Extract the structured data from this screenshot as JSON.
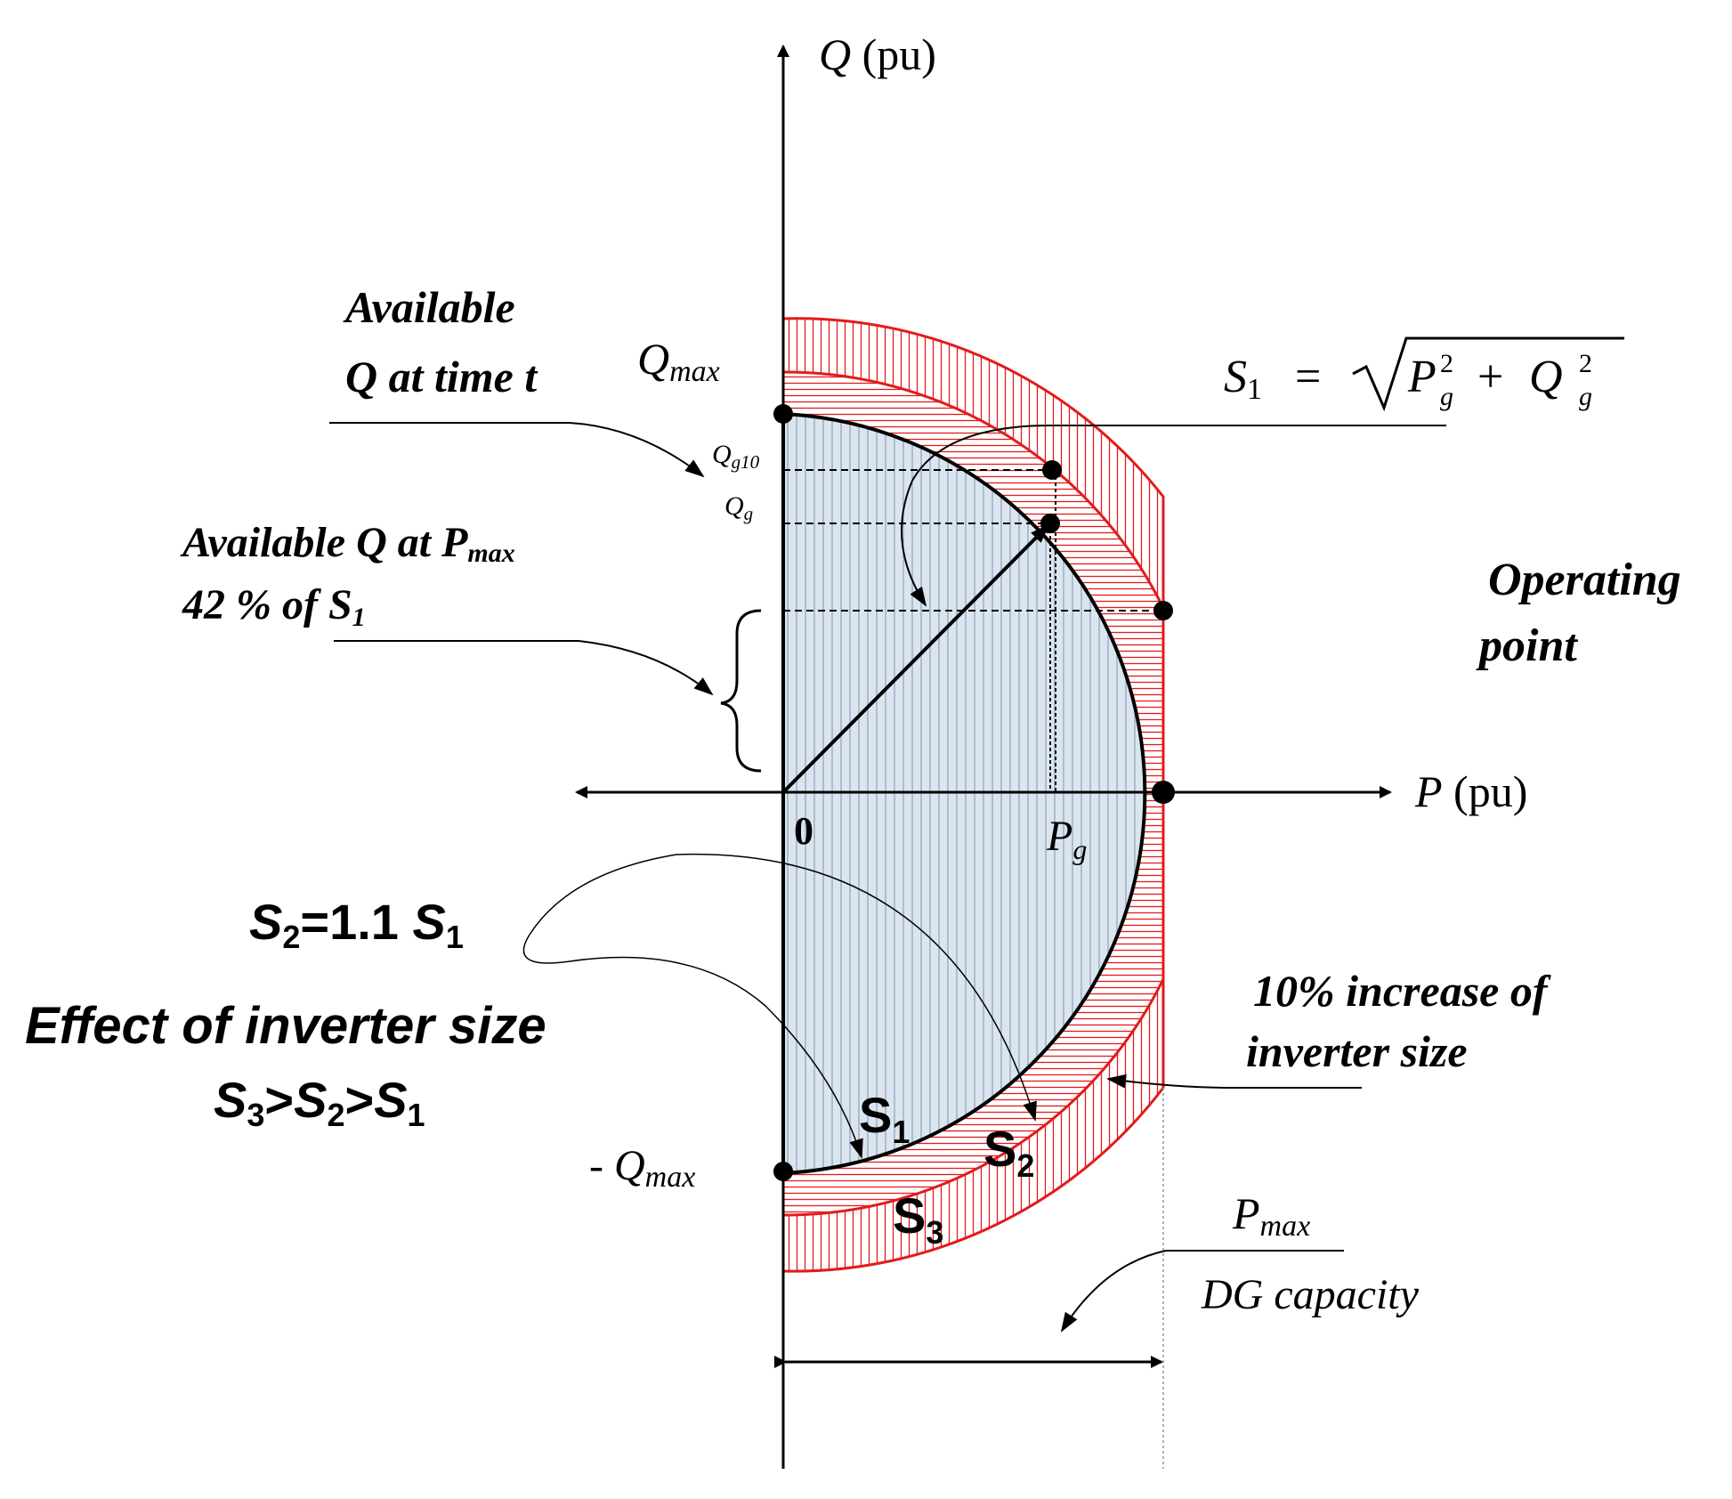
{
  "labels": {
    "q_axis_symbol": "Q",
    "q_axis_unit": " (pu)",
    "p_axis_symbol": "P",
    "p_axis_unit": " (pu)",
    "origin": "0",
    "q_max": "Q",
    "q_max_sub": "max",
    "neg_q_max_prefix": "- Q",
    "neg_q_max_sub": "max",
    "qg10": "Q",
    "qg10_sub": "g10",
    "qg": "Q",
    "qg_sub": "g",
    "pg": "P",
    "pg_sub": "g",
    "pmax": "P",
    "pmax_sub": "max",
    "dg_capacity": "DG capacity",
    "avail_q_t_line1": "Available",
    "avail_q_t_line2": "Q at time t",
    "avail_q_pmax_line1": "Available Q at P",
    "avail_q_pmax_sub": "max",
    "avail_q_pmax_line2": "42 % of S",
    "avail_q_pmax_line2_sub": "1",
    "formula_lhs": "S",
    "formula_lhs_sub": "1",
    "formula_eq": "=",
    "formula_rad_a": "P",
    "formula_rad_a_sub": "g",
    "formula_rad_a_sup": "2",
    "formula_plus": "+",
    "formula_rad_b": "Q",
    "formula_rad_b_sub": "g",
    "formula_rad_b_sup": "2",
    "operating_line1": "Operating",
    "operating_line2": "point",
    "s2_eq_a": "S",
    "s2_eq_a_sub": "2",
    "s2_eq_mid": "=1.1 ",
    "s2_eq_b": "S",
    "s2_eq_b_sub": "1",
    "effect_line1": "Effect of inverter size",
    "effect_s3": "S",
    "effect_s3_sub": "3",
    "effect_gt1": ">",
    "effect_s2": "S",
    "effect_s2_sub": "2",
    "effect_gt2": ">",
    "effect_s1": "S",
    "effect_s1_sub": "1",
    "increase_line1": "10% increase of",
    "increase_line2": "inverter size",
    "s1_region": "S",
    "s1_region_sub": "1",
    "s2_region": "S",
    "s2_region_sub": "2",
    "s3_region": "S",
    "s3_region_sub": "3"
  },
  "colors": {
    "axis": "#000000",
    "circle_s1": "#000000",
    "inverter_band": "#e41a1c",
    "s1_fill": "#dbe5ef",
    "s1_hatch": "#8ea2b8"
  }
}
